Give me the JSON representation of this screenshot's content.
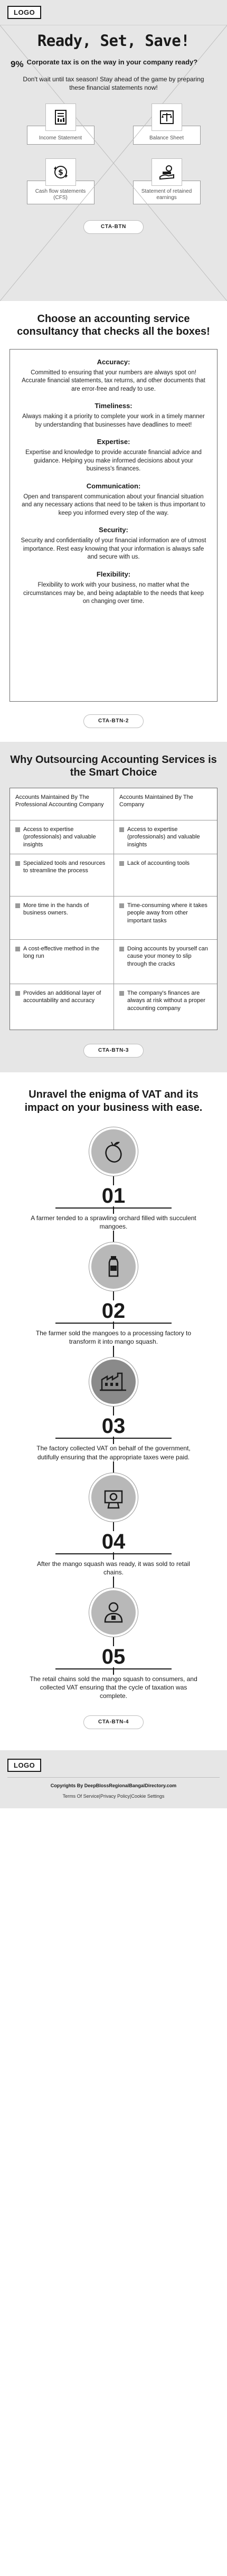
{
  "header": {
    "logo": "LOGO"
  },
  "hero": {
    "title": "Ready, Set, Save!",
    "percent": "9%",
    "tax_line": "Corporate tax is on the way in your company ready?",
    "subtitle": "Don't wait until tax season! Stay ahead of the game by preparing these financial statements now!",
    "cards": [
      {
        "label": "Income Statement",
        "icon": "income-statement-icon"
      },
      {
        "label": "Balance Sheet",
        "icon": "balance-sheet-icon"
      },
      {
        "label": "Cash flow statements (CFS)",
        "icon": "cash-flow-icon"
      },
      {
        "label": "Statement of retained earnings",
        "icon": "retained-earnings-icon"
      }
    ],
    "cta": "CTA-BTN"
  },
  "consult": {
    "title": "Choose an accounting service consultancy that checks all the boxes!",
    "features": [
      {
        "title": "Accuracy:",
        "text": "Committed to ensuring that your numbers are always spot on! Accurate financial statements, tax returns, and other documents that are error-free and ready to use."
      },
      {
        "title": "Timeliness:",
        "text": "Always making it a priority to complete your work in a timely manner by understanding that businesses have deadlines to meet!"
      },
      {
        "title": "Expertise:",
        "text": "Expertise and knowledge to provide accurate financial advice and guidance. Helping you make informed decisions about your business's finances."
      },
      {
        "title": "Communication:",
        "text": "Open and transparent communication about your financial situation and any necessary actions that need to be taken is thus important to keep you informed every step of the way."
      },
      {
        "title": "Security:",
        "text": "Security and confidentiality of your financial information are of utmost importance. Rest easy knowing that your information is always safe and secure with us."
      },
      {
        "title": "Flexibility:",
        "text": "Flexibility to work with your business, no matter what the circumstances may be, and being adaptable to the needs that keep on changing over time."
      }
    ],
    "cta": "CTA-BTN-2"
  },
  "compare": {
    "title": "Why Outsourcing Accounting Services is the Smart Choice",
    "headers": [
      "Accounts Maintained By The Professional Accounting Company",
      "Accounts Maintained By The Company"
    ],
    "rows": [
      [
        "Access to expertise (professionals) and valuable insights",
        "Access to expertise (professionals) and valuable insights"
      ],
      [
        "Specialized tools and resources to streamline the process",
        "Lack of accounting tools"
      ],
      [
        "More time in the hands of business owners.",
        "Time-consuming where it takes people away from other important tasks"
      ],
      [
        "A cost-effective method in the long run",
        "Doing accounts by yourself can cause your money to slip through the cracks"
      ],
      [
        "Provides an additional layer of accountability and accuracy",
        "The company's finances are always at risk without a proper accounting company"
      ]
    ],
    "cta": "CTA-BTN-3"
  },
  "vat": {
    "title": "Unravel the enigma of VAT and its impact on your business with ease.",
    "steps": [
      {
        "num": "01",
        "icon": "mango-icon",
        "text": "A farmer tended to a sprawling orchard filled with succulent mangoes."
      },
      {
        "num": "02",
        "icon": "mango-squash-bottle-icon",
        "text": "The farmer sold the mangoes to a processing factory to transform it into mango squash."
      },
      {
        "num": "03",
        "icon": "factory-icon",
        "text": "The factory collected VAT on behalf of the government, dutifully ensuring that the appropriate taxes were paid."
      },
      {
        "num": "04",
        "icon": "retail-money-icon",
        "text": "After the mango squash was ready, it was sold to retail chains."
      },
      {
        "num": "05",
        "icon": "consumer-icon",
        "text": "The retail chains sold the mango squash to consumers, and collected VAT ensuring that the cycle of taxation was complete."
      }
    ],
    "cta": "CTA-BTN-4"
  },
  "footer": {
    "logo": "LOGO",
    "copyright": "Copyrights By DeepBlossRegionalBangalDirectory.com",
    "links": "Terms Of Service|Privacy Policy|Cookie Settings"
  }
}
